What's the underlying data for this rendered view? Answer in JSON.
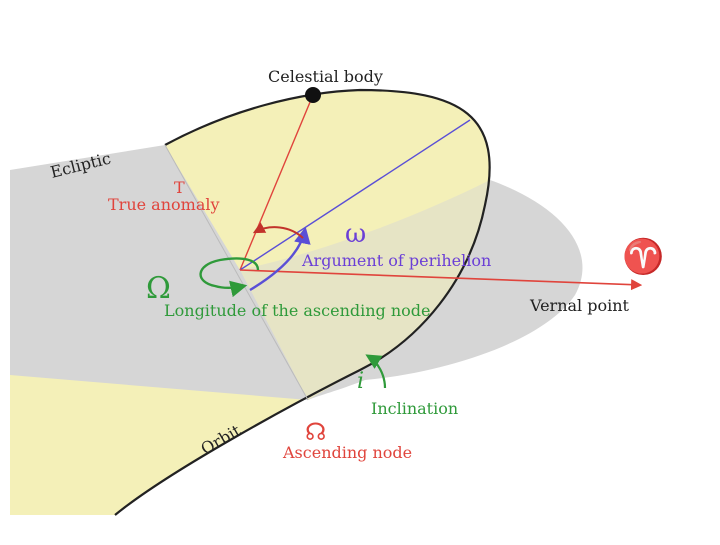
{
  "labels": {
    "celestial_body": "Celestial body",
    "ecliptic": "Ecliptic",
    "true_anomaly_symbol": "T",
    "true_anomaly": "True anomaly",
    "omega_small": "ω",
    "argument_of_perihelion": "Argument of perihelion",
    "omega_big": "Ω",
    "longitude_ascending_node": "Longitude of the ascending node",
    "aries_symbol": "♈",
    "vernal_point": "Vernal point",
    "inclination_symbol": "i",
    "inclination": "Inclination",
    "orbit": "Orbit",
    "ascending_node_symbol": "☊",
    "ascending_node": "Ascending node"
  },
  "colors": {
    "ecliptic_plane": "#d6d6d6",
    "orbit_plane": "#f4f0b8",
    "anomaly": "#e0443c",
    "perihelion": "#5a4fd6",
    "node_longitude": "#2f9a3a",
    "inclination": "#2f9a3a",
    "outline": "#222222"
  }
}
